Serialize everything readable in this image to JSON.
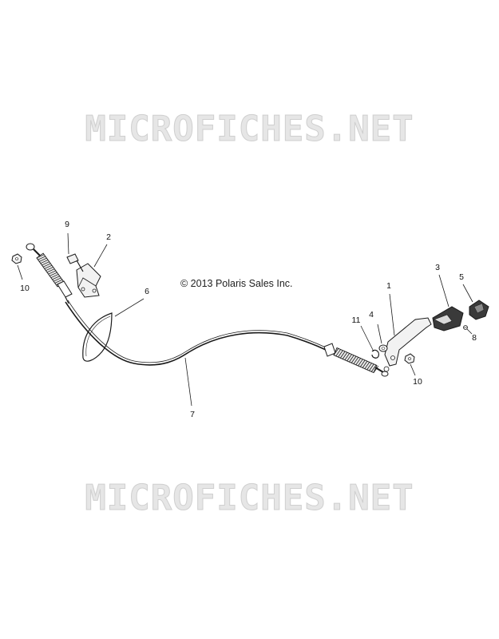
{
  "watermark": {
    "top": "MICROFICHES.NET",
    "bottom": "MICROFICHES.NET"
  },
  "copyright": "© 2013 Polaris Sales Inc.",
  "callouts": {
    "c1": "1",
    "c2": "2",
    "c3": "3",
    "c4": "4",
    "c5": "5",
    "c6": "6",
    "c7": "7",
    "c8": "8",
    "c9": "9",
    "c10a": "10",
    "c10b": "10",
    "c11": "11"
  },
  "colors": {
    "line": "#1a1a1a",
    "part_fill": "#f2f2f2",
    "knob_dark": "#3a3a3a",
    "watermark": "#e6e6e6"
  }
}
